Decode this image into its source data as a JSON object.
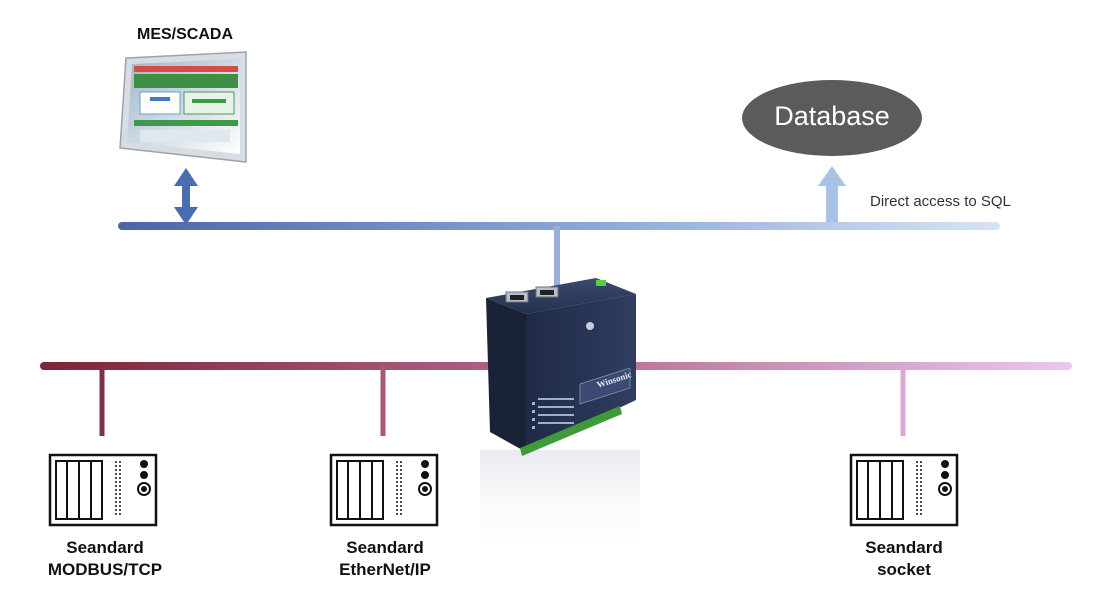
{
  "mes": {
    "title": "MES/SCADA"
  },
  "database": {
    "label": "Database"
  },
  "sql_note": "Direct access to SQL",
  "gateway": {
    "brand": "Winsonic"
  },
  "devices": [
    {
      "line1": "Seandard",
      "line2": "MODBUS/TCP"
    },
    {
      "line1": "Seandard",
      "line2": "EtherNet/IP"
    },
    {
      "line1": "Seandard",
      "line2": "socket"
    }
  ],
  "colors": {
    "ethernet_bus_start": "#4a66a8",
    "ethernet_bus_end": "#cfe0f3",
    "field_bus_start": "#7a2636",
    "field_bus_end": "#ecc2ea",
    "database_fill": "#5b5b5b",
    "arrow_blue": "#4a6cb0",
    "arrow_light": "#a9c3e6",
    "gateway_body": "#2a3656"
  }
}
